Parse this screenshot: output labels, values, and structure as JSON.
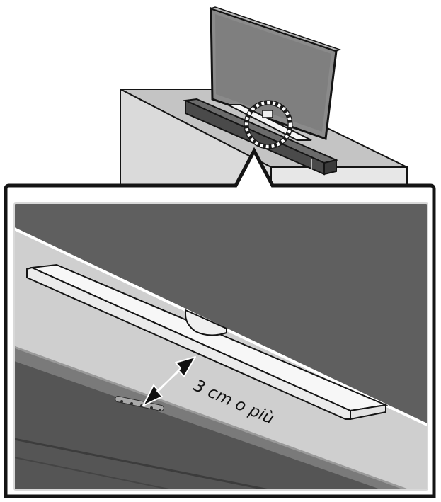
{
  "callout": {
    "distance_label": "3 cm o più"
  },
  "colors": {
    "outline": "#141414",
    "cabinet_front": "#d9d9d9",
    "cabinet_top": "#c4c4c4",
    "tv_screen": "#7f7f7f",
    "soundbar": "#4a4a4a",
    "stand_white": "#f5f5f5",
    "detail_background": "#5f5f5f",
    "detail_surface": "#cfcfcf"
  },
  "icons": {
    "arrow": "double-headed-arrow",
    "highlight": "dotted-circle"
  }
}
